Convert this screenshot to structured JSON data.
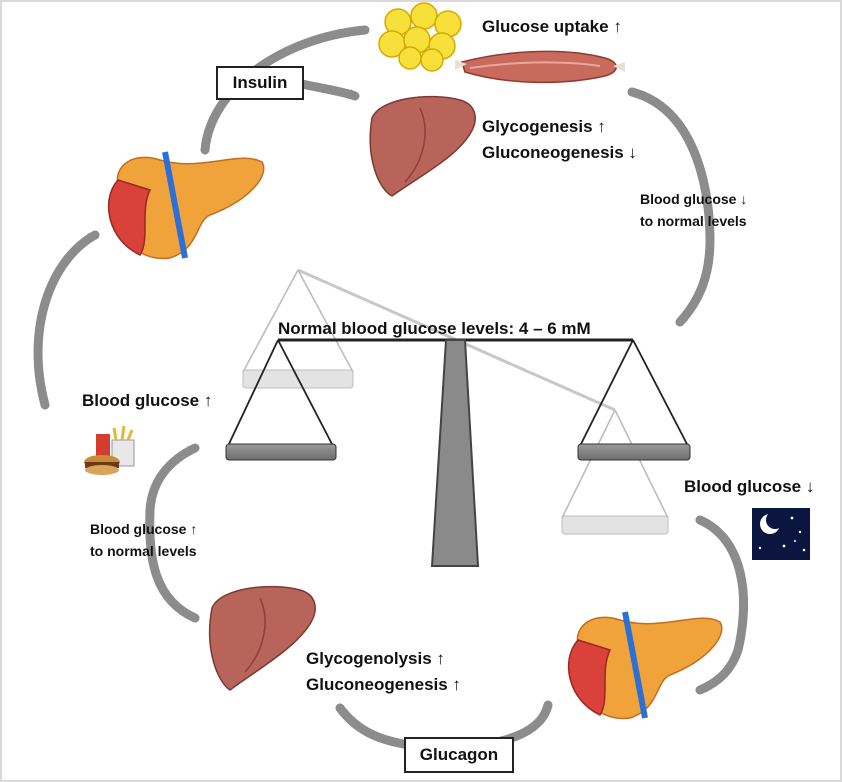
{
  "labels": {
    "glucose_uptake": "Glucose uptake ↑",
    "insulin": "Insulin",
    "glycogenesis": "Glycogenesis ↑",
    "gluconeogenesis_down": "Gluconeogenesis ↓",
    "bg_down_normal_1": "Blood glucose ↓",
    "bg_down_normal_2": "to normal levels",
    "normal_levels": "Normal blood glucose levels: 4 – 6 mM",
    "blood_glucose_up": "Blood glucose ↑",
    "blood_glucose_down": "Blood glucose ↓",
    "bg_up_normal_1": "Blood glucose ↑",
    "bg_up_normal_2": "to normal levels",
    "glycogenolysis": "Glycogenolysis ↑",
    "gluconeogenesis_up": "Gluconeogenesis ↑",
    "glucagon": "Glucagon"
  },
  "icons": [
    "fat-cells-icon",
    "muscle-icon",
    "liver-icon",
    "pancreas-icon",
    "fast-food-icon",
    "night-sky-icon",
    "balance-scale-icon"
  ],
  "colors": {
    "arrow": "#8c8c8c",
    "liver": "#b8645a",
    "pancreas": "#f0a33a",
    "fat": "#f7e03a",
    "sky": "#0b1640"
  }
}
